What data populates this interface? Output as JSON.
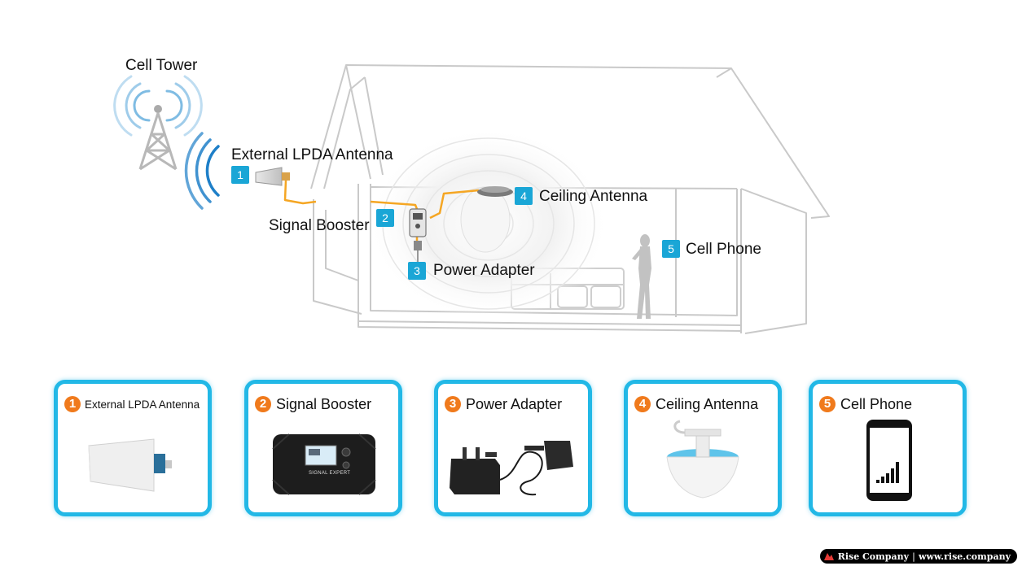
{
  "diagram": {
    "cell_tower_label": "Cell Tower",
    "callouts": [
      {
        "number": "1",
        "label": "External LPDA Antenna"
      },
      {
        "number": "2",
        "label": "Signal Booster"
      },
      {
        "number": "3",
        "label": "Power Adapter"
      },
      {
        "number": "4",
        "label": "Ceiling Antenna"
      },
      {
        "number": "5",
        "label": "Cell Phone"
      }
    ]
  },
  "cards": [
    {
      "number": "1",
      "title": "External LPDA Antenna"
    },
    {
      "number": "2",
      "title": "Signal Booster",
      "device_text": "SIGNAL EXPERT"
    },
    {
      "number": "3",
      "title": "Power Adapter"
    },
    {
      "number": "4",
      "title": "Ceiling Antenna"
    },
    {
      "number": "5",
      "title": "Cell Phone"
    }
  ],
  "footer": {
    "brand": "Rise Company",
    "url": "www.rise.company"
  },
  "colors": {
    "accent": "#22b8e6",
    "badge": "#1aa6d6",
    "number_circle": "#f07a1c",
    "cable": "#f5a623",
    "wave": "#2a8fd0"
  }
}
